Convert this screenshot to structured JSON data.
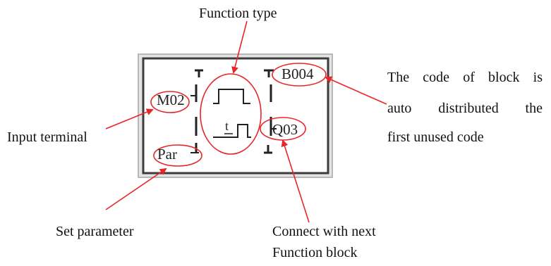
{
  "annotations": {
    "function_type": "Function type",
    "input_terminal": "Input terminal",
    "set_parameter": "Set parameter",
    "connect_line1": "Connect with next",
    "connect_line2": "Function block",
    "code_line1": "The code of block is",
    "code_line2": "auto distributed the",
    "code_line3": "first unused code"
  },
  "block": {
    "block_code": "B004",
    "input": "M02",
    "output": "Q03",
    "parameter": "Par",
    "timer_label": "t"
  },
  "colors": {
    "annotation_ellipse": "#e8262a",
    "arrow": "#e8262a",
    "panel_border": "#3c3c3c",
    "panel_frame": "#d8d8d8"
  }
}
